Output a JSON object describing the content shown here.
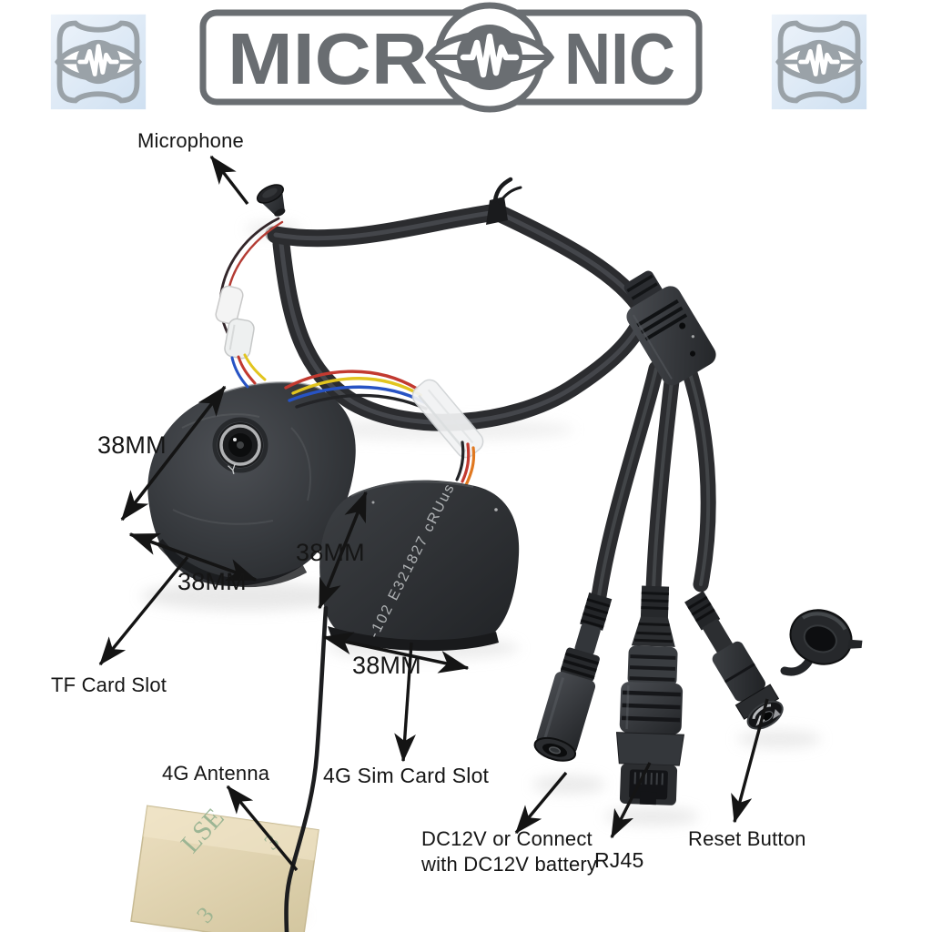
{
  "brand": {
    "name": "MICRONIC",
    "logo_prefix": "MICR",
    "logo_suffix": "NIC"
  },
  "labels": {
    "microphone": "Microphone",
    "tf_card_slot": "TF Card Slot",
    "antenna_4g": "4G Antenna",
    "sim_card_slot_4g": "4G Sim Card Slot",
    "dc12v_line1": "DC12V or Connect",
    "dc12v_line2": "with DC12V battery",
    "rj45": "RJ45",
    "reset_button": "Reset Button"
  },
  "dimensions": {
    "camera_module_height": "38MM",
    "camera_module_width": "38MM",
    "sim_module_height": "38MM",
    "sim_module_width": "38MM"
  },
  "printed_markings": {
    "sim_module": "-102 E321827 cRUus",
    "camera_module": "Y",
    "adhesive_pad": [
      "LSE",
      "3",
      "3"
    ]
  },
  "colors": {
    "logo_gray": "#6a6e72",
    "badge_gray": "#9aa2a8",
    "badge_bg_top": "#eef4fb",
    "badge_bg_bottom": "#cfe0f1",
    "annotation_black": "#141414",
    "cable_black": "#2b2c2f",
    "pad_beige": "#ddd1ab",
    "pad_text_green": "#8fae8c"
  }
}
